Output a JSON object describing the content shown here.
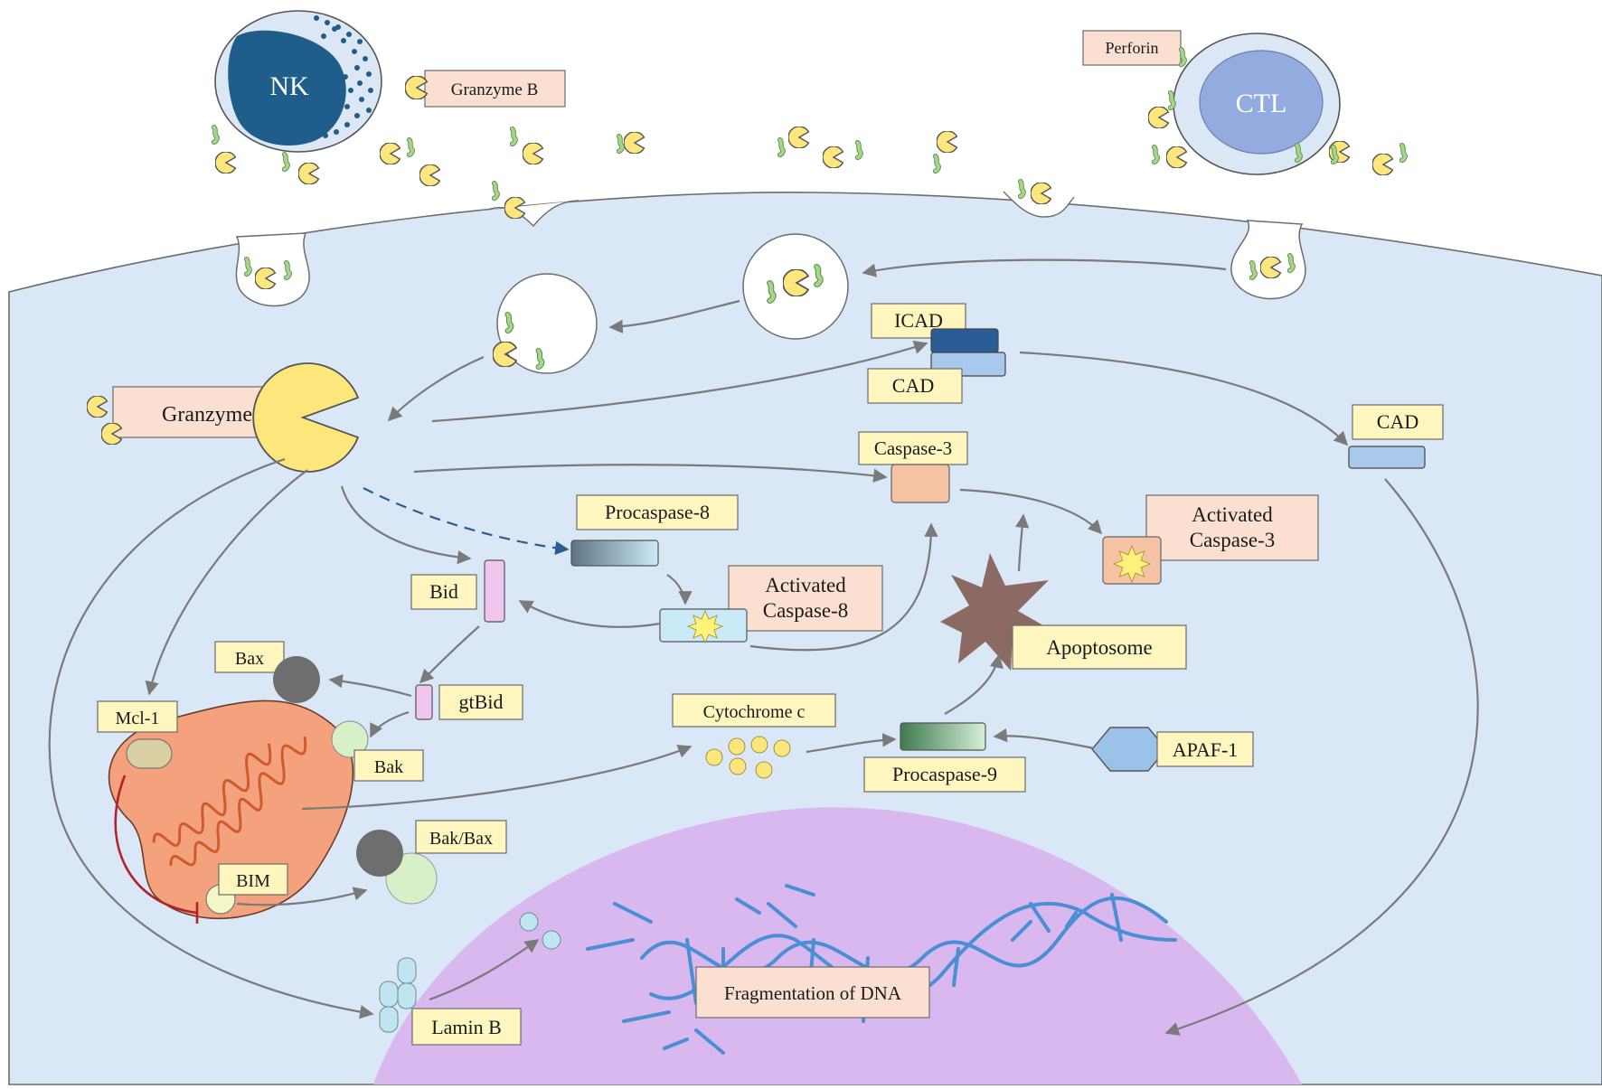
{
  "labels": {
    "nk": "NK",
    "ctl": "CTL",
    "granzyme_b_top": "Granzyme B",
    "perforin": "Perforin",
    "granzyme_b_main": "Granzyme B",
    "icad": "ICAD",
    "cad_complex": "CAD",
    "cad_free": "CAD",
    "caspase3": "Caspase-3",
    "activated_caspase3_line1": "Activated",
    "activated_caspase3_line2": "Caspase-3",
    "procaspase8": "Procaspase-8",
    "activated_caspase8_line1": "Activated",
    "activated_caspase8_line2": "Caspase-8",
    "bid": "Bid",
    "gtbid": "gtBid",
    "bax": "Bax",
    "bak": "Bak",
    "mcl1": "Mcl-1",
    "bim": "BIM",
    "bak_bax": "Bak/Bax",
    "cytochrome_c": "Cytochrome c",
    "procaspase9": "Procaspase-9",
    "apaf1": "APAF-1",
    "apoptosome": "Apoptosome",
    "lamin_b": "Lamin B",
    "dna_fragmentation": "Fragmentation of DNA"
  },
  "colors": {
    "cytoplasm": "#d9e7f6",
    "nucleus": "#d8b8ee",
    "granzyme": "#fde77c",
    "perforin": "#a6d58c",
    "nk_nucleus": "#1f5e8a",
    "ctl_nucleus": "#94abdf",
    "mitochondrion": "#f4a27e",
    "dna": "#4a8fd6",
    "inhibition": "#b3222a",
    "dashed_arrow": "#2b5d92",
    "apoptosome": "#8b6a63"
  },
  "icons": [
    "granzyme-pacman-icon",
    "perforin-icon",
    "mitochondrion-icon",
    "dna-helix-icon",
    "apoptosome-star-icon",
    "apaf1-hexagon-icon"
  ]
}
